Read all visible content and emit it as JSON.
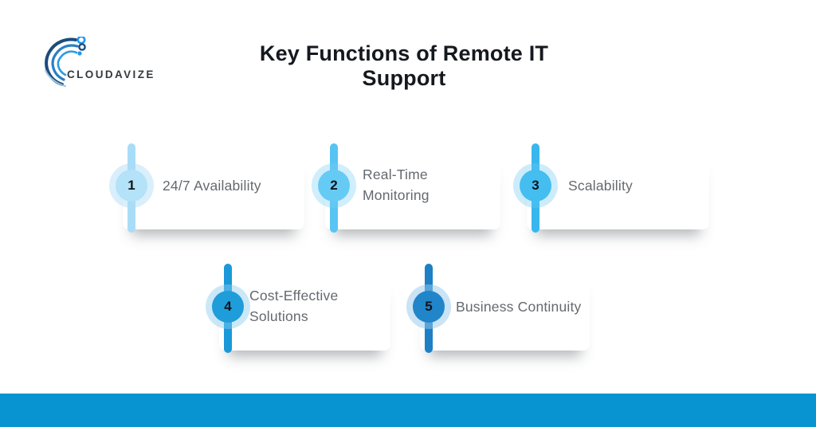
{
  "brand": {
    "name": "CLOUDAVIZE",
    "icon": "cloudavize-swoosh-icon",
    "icon_colors": {
      "dark": "#1b4d7c",
      "mid": "#2a7fc2",
      "bright": "#2b9ae0",
      "dot": "#2196f3"
    }
  },
  "title": {
    "line1": "Key Functions of Remote IT",
    "line2": "Support",
    "color": "#15191f"
  },
  "items": [
    {
      "number": "1",
      "label": "24/7 Availability",
      "bar": "#a9ddf7",
      "circle": "#b4e2f8",
      "halo": "rgba(170,220,247,0.45)"
    },
    {
      "number": "2",
      "label": "Real-Time Monitoring",
      "bar": "#58c4f3",
      "circle": "#66cbf4",
      "halo": "rgba(120,205,245,0.35)"
    },
    {
      "number": "3",
      "label": "Scalability",
      "bar": "#38b7ef",
      "circle": "#44bdf0",
      "halo": "rgba(110,200,243,0.35)"
    },
    {
      "number": "4",
      "label": "Cost-Effective Solutions",
      "bar": "#1a98d8",
      "circle": "#1f9dda",
      "halo": "rgba(140,205,240,0.45)"
    },
    {
      "number": "5",
      "label": "Business Continuity",
      "bar": "#1d80c5",
      "circle": "#2185c9",
      "halo": "rgba(150,200,235,0.50)"
    }
  ],
  "text_color": "#65696e",
  "footer": {
    "bar_color": "#0894d1"
  }
}
